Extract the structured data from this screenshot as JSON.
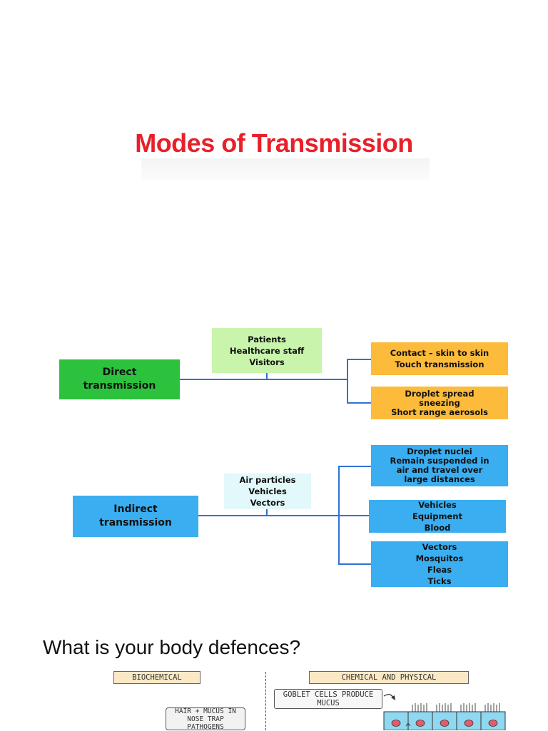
{
  "title": "Modes of Transmission",
  "direct": {
    "label": "Direct transmission",
    "sources": [
      "Patients",
      "Healthcare staff",
      "Visitors"
    ],
    "routes": [
      [
        "Contact – skin to skin",
        "Touch transmission"
      ],
      [
        "Droplet spread",
        "sneezing",
        "Short range aerosols"
      ]
    ]
  },
  "indirect": {
    "label": "Indirect transmission",
    "sources": [
      "Air particles",
      "Vehicles",
      "Vectors"
    ],
    "routes": [
      [
        "Droplet nuclei",
        "Remain suspended in",
        "air and travel over",
        "large distances"
      ],
      [
        "Vehicles",
        "Equipment",
        "Blood"
      ],
      [
        "Vectors",
        "Mosquitos",
        "Fleas",
        "Ticks"
      ]
    ]
  },
  "defences": {
    "heading": "What is your body defences?",
    "biochemical_label": "BIOCHEMICAL",
    "chemical_label": "CHEMICAL AND PHYSICAL",
    "goblet_note": "GOBLET CELLS PRODUCE MUCUS",
    "hair_note": "HAIR + MUCUS IN NOSE TRAP PATHOGENS"
  },
  "colors": {
    "title": "#e8202a",
    "green": "#2cc23d",
    "orange": "#fcbb3a",
    "blue": "#3aaef0",
    "line": "#2f72d6"
  }
}
